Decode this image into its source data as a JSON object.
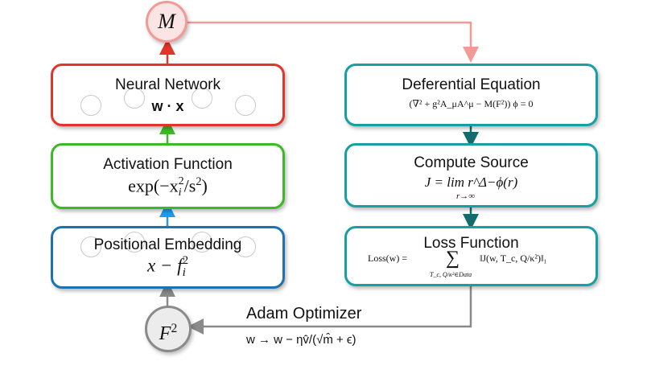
{
  "diagram": {
    "nodes": {
      "M": {
        "label": "M"
      },
      "F2": {
        "label": "F",
        "sup": "2"
      }
    },
    "left_column": {
      "neural_network": {
        "title": "Neural Network",
        "formula": "w · x"
      },
      "activation": {
        "title": "Activation Function",
        "formula": "exp(−x",
        "sub": "i",
        "sup": "2",
        "formula_tail": "/s",
        "tail_sup": "2",
        "close": ")"
      },
      "embedding": {
        "title": "Positional Embedding",
        "formula": "x − f",
        "sub": "i",
        "sup": "2"
      }
    },
    "right_column": {
      "equation": {
        "title": "Deferential Equation",
        "formula": "(∇² + g²A_μA^μ − M(F²)) ϕ = 0"
      },
      "source": {
        "title": "Compute Source",
        "formula": "J = lim r^Δ−ϕ(r)",
        "limit_sub": "r→∞"
      },
      "loss": {
        "title": "Loss Function",
        "formula_left": "Loss(w) =",
        "sum": "∑",
        "sum_sub": "T_c, Q/κ²∈Data",
        "formula_right": "‖J(w, T_c, Q/κ²)‖₁"
      }
    },
    "optimizer": {
      "title": "Adam Optimizer",
      "rule": "w → w − ηv̂/(√m̂ + ϵ)"
    },
    "colors": {
      "neural_network": "#e2342a",
      "activation": "#3cb927",
      "embedding": "#1d73b2",
      "right_boxes": "#17a0a1",
      "node_M": "#f29a96",
      "node_F2": "#8a8a8a",
      "arrow_gray": "#8a8a8a"
    }
  }
}
